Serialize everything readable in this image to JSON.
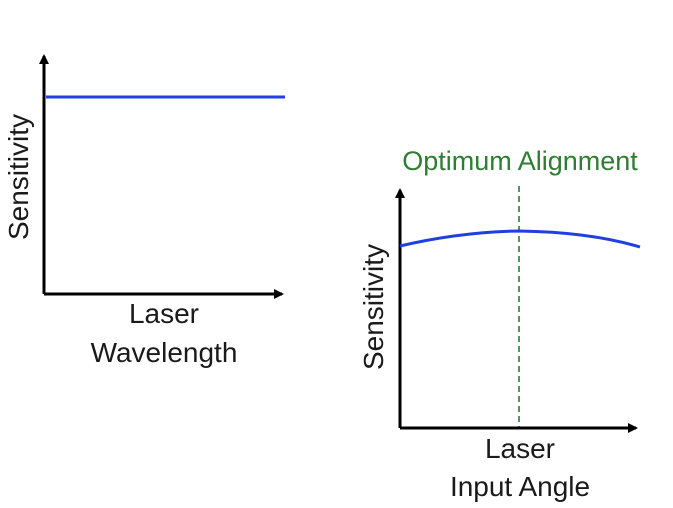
{
  "colors": {
    "axis": "#000000",
    "curve": "#1f3fe0",
    "annotation": "#2e7d32",
    "text": "#1a1a1a"
  },
  "left_plot": {
    "ylabel": "Sensitivity",
    "xlabel_line1": "Laser",
    "xlabel_line2": "Wavelength"
  },
  "right_plot": {
    "ylabel": "Sensitivity",
    "xlabel_line1": "Laser",
    "xlabel_line2": "Input Angle",
    "annotation": "Optimum Alignment"
  }
}
